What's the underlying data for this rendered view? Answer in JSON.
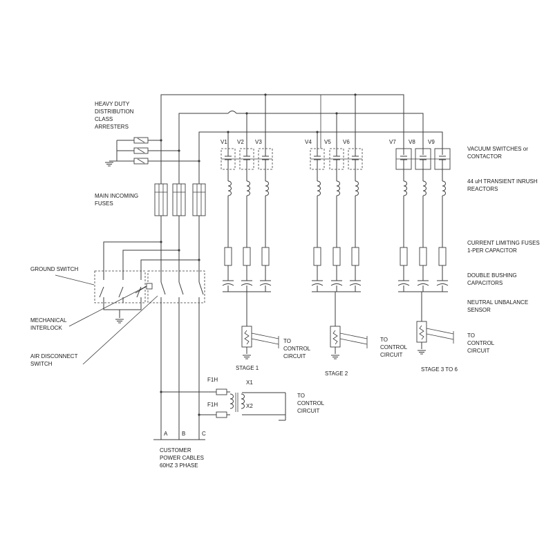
{
  "labels": {
    "arresters": [
      "HEAVY DUTY",
      "DISTRIBUTION",
      "CLASS",
      "ARRESTERS"
    ],
    "main_fuses": [
      "MAIN INCOMING",
      "FUSES"
    ],
    "ground_switch": "GROUND SWITCH",
    "mech_interlock": [
      "MECHANICAL",
      "INTERLOCK"
    ],
    "air_disconnect": [
      "AIR DISCONNECT",
      "SWITCH"
    ],
    "vacuum_switches": [
      "VACUUM SWITCHES or",
      "CONTACTOR"
    ],
    "reactors": [
      "44 uH TRANSIENT INRUSH",
      "REACTORS"
    ],
    "cl_fuses": [
      "CURRENT LIMITING FUSES",
      "1-PER CAPACITOR"
    ],
    "capacitors": [
      "DOUBLE BUSHING",
      "CAPACITORS"
    ],
    "neutral_sensor": [
      "NEUTRAL UNBALANCE",
      "SENSOR"
    ],
    "to_control": [
      "TO",
      "CONTROL",
      "CIRCUIT"
    ],
    "stage1": "STAGE 1",
    "stage2": "STAGE 2",
    "stage3": "STAGE 3 TO 6",
    "fh": "F1H",
    "x1": "X1",
    "x2": "X2",
    "phases": [
      "A",
      "B",
      "C"
    ],
    "customer": [
      "CUSTOMER",
      "POWER CABLES",
      "60HZ 3 PHASE"
    ],
    "stage_switches": [
      [
        "V1",
        "V2",
        "V3"
      ],
      [
        "V4",
        "V5",
        "V6"
      ],
      [
        "V7",
        "V8",
        "V9"
      ]
    ]
  }
}
